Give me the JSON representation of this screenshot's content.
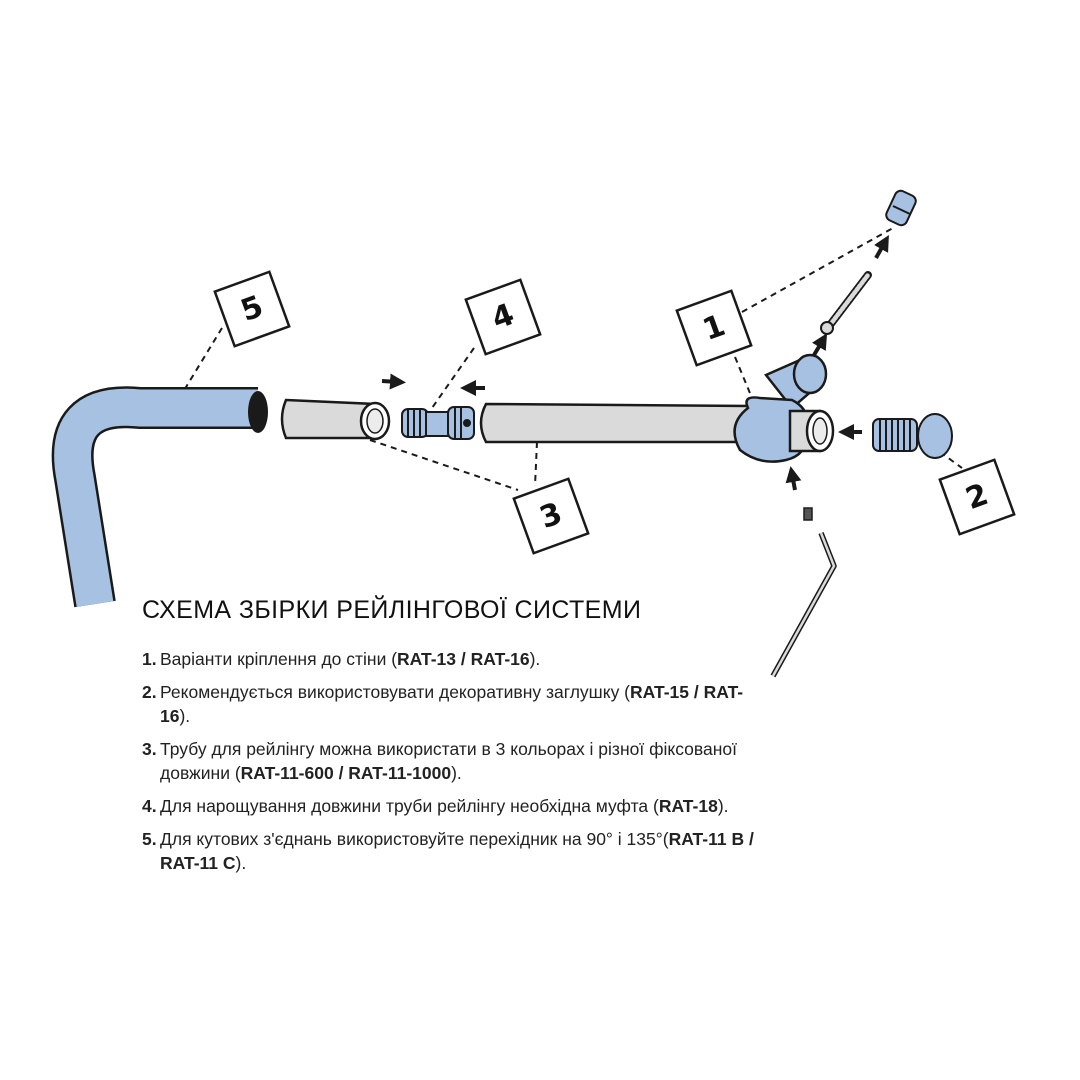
{
  "callouts": {
    "c1": "1",
    "c2": "2",
    "c3": "3",
    "c4": "4",
    "c5": "5"
  },
  "legend": {
    "title": "СХЕМА ЗБІРКИ РЕЙЛІНГОВОЇ СИСТЕМИ",
    "items": [
      {
        "num": "1.",
        "parts": [
          "Варіанти кріплення до стіни (",
          "RAT-13 / RAT-16",
          ")."
        ]
      },
      {
        "num": "2.",
        "parts": [
          "Рекомендується використовувати декоративну заглушку (",
          "RAT-15 / RAT-16",
          ")."
        ]
      },
      {
        "num": "3.",
        "parts": [
          "Трубу для рейлінгу можна використати в 3 кольорах і різної фіксованої довжини (",
          "RAT-11-600 / RAT-11-1000",
          ")."
        ]
      },
      {
        "num": "4.",
        "parts": [
          "Для нарощування довжини труби рейлінгу необхідна муфта (",
          "RAT-18",
          ")."
        ]
      },
      {
        "num": "5.",
        "parts": [
          "Для кутових з'єднань використовуйте перехідник на 90° і 135°(",
          "RAT-11 B / RAT-11 C",
          ")."
        ]
      }
    ]
  },
  "colors": {
    "part_blue": "#a6c1e2",
    "tube_grey": "#dadada",
    "outline": "#1a1a1a"
  }
}
